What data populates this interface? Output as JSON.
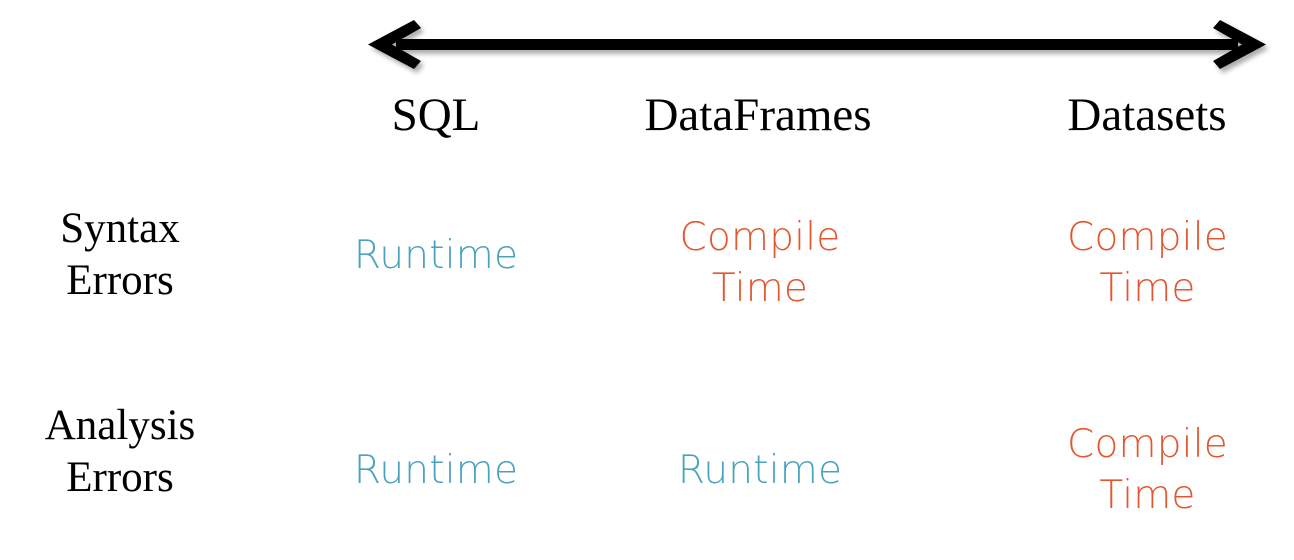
{
  "colors": {
    "runtime": "#4aa3bc",
    "compile": "#e4572e",
    "arrow": "#000000",
    "text": "#000000",
    "background": "#ffffff"
  },
  "arrow": {
    "name": "double-headed-spectrum-arrow",
    "direction": "both",
    "description": "Horizontal double-headed arrow spanning the three API columns"
  },
  "columns": [
    {
      "label": "SQL"
    },
    {
      "label": "DataFrames"
    },
    {
      "label": "Datasets"
    }
  ],
  "rows": [
    {
      "label_line1": "Syntax",
      "label_line2": "Errors",
      "cells": [
        {
          "line1": "Runtime",
          "line2": "",
          "tone": "runtime"
        },
        {
          "line1": "Compile",
          "line2": "Time",
          "tone": "compile"
        },
        {
          "line1": "Compile",
          "line2": "Time",
          "tone": "compile"
        }
      ]
    },
    {
      "label_line1": "Analysis",
      "label_line2": "Errors",
      "cells": [
        {
          "line1": "Runtime",
          "line2": "",
          "tone": "runtime"
        },
        {
          "line1": "Runtime",
          "line2": "",
          "tone": "runtime"
        },
        {
          "line1": "Compile",
          "line2": "Time",
          "tone": "compile"
        }
      ]
    }
  ],
  "chart_data": {
    "type": "table",
    "title": "",
    "categories": [
      "SQL",
      "DataFrames",
      "Datasets"
    ],
    "row_categories": [
      "Syntax Errors",
      "Analysis Errors"
    ],
    "values": [
      [
        "Runtime",
        "Compile Time",
        "Compile Time"
      ],
      [
        "Runtime",
        "Runtime",
        "Compile Time"
      ]
    ],
    "legend": [
      {
        "name": "Runtime",
        "color": "#4aa3bc"
      },
      {
        "name": "Compile Time",
        "color": "#e4572e"
      }
    ],
    "annotations": [
      "double-headed arrow above columns indicating a spectrum from SQL to Datasets"
    ],
    "xlabel": "",
    "ylabel": "",
    "grid": false
  }
}
